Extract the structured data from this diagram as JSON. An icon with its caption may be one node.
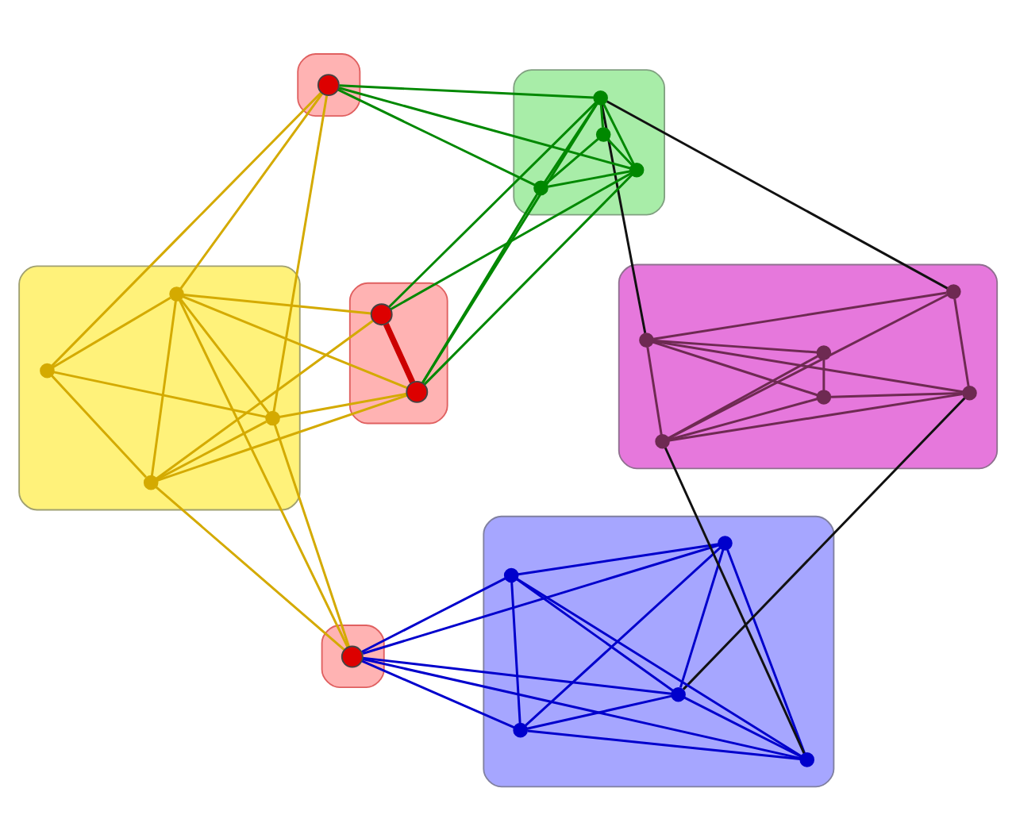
{
  "diagram": {
    "nodes": [
      {
        "text": [],
        "shape": "blob"
      },
      {
        "text": [],
        "shape": "circle",
        "in": 0
      },
      {
        "text": [],
        "shape": "circle",
        "in": 0
      },
      {
        "text": [],
        "shape": "circle",
        "in": 0
      },
      {
        "text": [],
        "shape": "circle",
        "in": 0
      },
      {
        "text": [],
        "shape": "circle",
        "in": 0
      },
      {
        "text": [],
        "shape": "blob"
      },
      {
        "text": [],
        "shape": "circle",
        "in": 6
      },
      {
        "text": [],
        "shape": "blob"
      },
      {
        "text": [],
        "shape": "circle",
        "in": 8
      },
      {
        "text": [],
        "shape": "circle",
        "in": 8
      },
      {
        "text": [],
        "shape": "circle",
        "in": 8
      },
      {
        "text": [],
        "shape": "circle",
        "in": 8
      },
      {
        "text": [],
        "shape": "circle",
        "in": 8
      },
      {
        "text": [],
        "shape": "circle",
        "in": 8
      },
      {
        "text": [],
        "shape": "blob"
      },
      {
        "text": [],
        "shape": "circle",
        "in": 15
      },
      {
        "text": [],
        "shape": "circle",
        "in": 15
      },
      {
        "text": [],
        "shape": "circle",
        "in": 15
      },
      {
        "text": [],
        "shape": "circle",
        "in": 15
      },
      {
        "text": [],
        "shape": "blob"
      },
      {
        "text": [],
        "shape": "circle",
        "in": 20
      },
      {
        "text": [],
        "shape": "circle",
        "in": 20
      },
      {
        "text": [],
        "shape": "blob"
      },
      {
        "text": [],
        "shape": "circle",
        "in": 23
      },
      {
        "text": [],
        "shape": "circle",
        "in": 23
      },
      {
        "text": [],
        "shape": "circle",
        "in": 23
      },
      {
        "text": [],
        "shape": "circle",
        "in": 23
      },
      {
        "text": [],
        "shape": "blob"
      },
      {
        "text": [],
        "shape": "circle",
        "in": 28
      }
    ],
    "edges": [
      {
        "from": 1,
        "to": 2,
        "arrow": "none",
        "color": "#0000cc"
      },
      {
        "from": 1,
        "to": 3,
        "arrow": "none",
        "color": "#0000cc"
      },
      {
        "from": 1,
        "to": 4,
        "arrow": "none",
        "color": "#0000cc"
      },
      {
        "from": 1,
        "to": 5,
        "arrow": "none",
        "color": "#0000cc"
      },
      {
        "from": 1,
        "to": 7,
        "arrow": "none",
        "color": "#0000cc"
      },
      {
        "from": 2,
        "to": 3,
        "arrow": "none",
        "color": "#0000cc"
      },
      {
        "from": 2,
        "to": 4,
        "arrow": "none",
        "color": "#0000cc"
      },
      {
        "from": 2,
        "to": 5,
        "arrow": "none",
        "color": "#0000cc"
      },
      {
        "from": 2,
        "to": 7,
        "arrow": "none",
        "color": "#0000cc"
      },
      {
        "from": 3,
        "to": 4,
        "arrow": "none",
        "color": "#0000cc"
      },
      {
        "from": 3,
        "to": 5,
        "arrow": "none",
        "color": "#0000cc"
      },
      {
        "from": 3,
        "to": 7,
        "arrow": "none",
        "color": "#0000cc"
      },
      {
        "from": 4,
        "to": 5,
        "arrow": "none",
        "color": "#0000cc"
      },
      {
        "from": 4,
        "to": 7,
        "arrow": "none",
        "color": "#0000cc"
      },
      {
        "from": 5,
        "to": 7,
        "arrow": "none",
        "color": "#0000cc"
      },
      {
        "from": 2,
        "to": 10,
        "arrow": "none",
        "color": "#111111"
      },
      {
        "from": 5,
        "to": 11,
        "arrow": "none",
        "color": "#111111"
      },
      {
        "from": 9,
        "to": 11,
        "arrow": "none",
        "color": "#6e2a52"
      },
      {
        "from": 9,
        "to": 12,
        "arrow": "none",
        "color": "#6e2a52"
      },
      {
        "from": 9,
        "to": 14,
        "arrow": "none",
        "color": "#6e2a52"
      },
      {
        "from": 10,
        "to": 11,
        "arrow": "none",
        "color": "#6e2a52"
      },
      {
        "from": 10,
        "to": 12,
        "arrow": "none",
        "color": "#6e2a52"
      },
      {
        "from": 10,
        "to": 13,
        "arrow": "none",
        "color": "#6e2a52"
      },
      {
        "from": 10,
        "to": 14,
        "arrow": "none",
        "color": "#6e2a52"
      },
      {
        "from": 11,
        "to": 12,
        "arrow": "none",
        "color": "#6e2a52"
      },
      {
        "from": 11,
        "to": 13,
        "arrow": "none",
        "color": "#6e2a52"
      },
      {
        "from": 11,
        "to": 14,
        "arrow": "none",
        "color": "#6e2a52"
      },
      {
        "from": 12,
        "to": 14,
        "arrow": "none",
        "color": "#6e2a52"
      },
      {
        "from": 13,
        "to": 14,
        "arrow": "none",
        "color": "#6e2a52"
      },
      {
        "from": 13,
        "to": 24,
        "arrow": "none",
        "color": "#111111"
      },
      {
        "from": 14,
        "to": 24,
        "arrow": "none",
        "color": "#111111"
      },
      {
        "from": 7,
        "to": 16,
        "arrow": "none",
        "color": "#d4aa00"
      },
      {
        "from": 7,
        "to": 17,
        "arrow": "none",
        "color": "#d4aa00"
      },
      {
        "from": 7,
        "to": 18,
        "arrow": "none",
        "color": "#d4aa00"
      },
      {
        "from": 16,
        "to": 17,
        "arrow": "none",
        "color": "#d4aa00"
      },
      {
        "from": 16,
        "to": 18,
        "arrow": "none",
        "color": "#d4aa00"
      },
      {
        "from": 16,
        "to": 19,
        "arrow": "none",
        "color": "#d4aa00"
      },
      {
        "from": 16,
        "to": 21,
        "arrow": "none",
        "color": "#d4aa00"
      },
      {
        "from": 16,
        "to": 29,
        "arrow": "none",
        "color": "#d4aa00"
      },
      {
        "from": 17,
        "to": 18,
        "arrow": "none",
        "color": "#d4aa00"
      },
      {
        "from": 17,
        "to": 19,
        "arrow": "none",
        "color": "#d4aa00"
      },
      {
        "from": 17,
        "to": 21,
        "arrow": "none",
        "color": "#d4aa00"
      },
      {
        "from": 17,
        "to": 22,
        "arrow": "none",
        "color": "#d4aa00"
      },
      {
        "from": 18,
        "to": 19,
        "arrow": "none",
        "color": "#d4aa00"
      },
      {
        "from": 18,
        "to": 21,
        "arrow": "none",
        "color": "#d4aa00"
      },
      {
        "from": 18,
        "to": 22,
        "arrow": "none",
        "color": "#d4aa00"
      },
      {
        "from": 18,
        "to": 29,
        "arrow": "none",
        "color": "#d4aa00"
      },
      {
        "from": 19,
        "to": 29,
        "arrow": "none",
        "color": "#d4aa00"
      },
      {
        "from": 21,
        "to": 22,
        "arrow": "none",
        "style": "thick",
        "color": "#cc0000"
      },
      {
        "from": 24,
        "to": 21,
        "arrow": "none",
        "color": "#008800"
      },
      {
        "from": 24,
        "to": 22,
        "arrow": "none",
        "color": "#008800"
      },
      {
        "from": 24,
        "to": 25,
        "arrow": "none",
        "color": "#008800"
      },
      {
        "from": 24,
        "to": 26,
        "arrow": "none",
        "color": "#008800"
      },
      {
        "from": 24,
        "to": 27,
        "arrow": "none",
        "color": "#008800"
      },
      {
        "from": 24,
        "to": 29,
        "arrow": "none",
        "color": "#008800"
      },
      {
        "from": 21,
        "to": 25,
        "arrow": "none",
        "color": "#008800"
      },
      {
        "from": 21,
        "to": 26,
        "arrow": "none",
        "color": "#008800"
      },
      {
        "from": 22,
        "to": 25,
        "arrow": "none",
        "color": "#008800"
      },
      {
        "from": 25,
        "to": 26,
        "arrow": "none",
        "color": "#008800"
      },
      {
        "from": 25,
        "to": 27,
        "arrow": "none",
        "color": "#008800"
      },
      {
        "from": 25,
        "to": 29,
        "arrow": "none",
        "color": "#008800"
      },
      {
        "from": 26,
        "to": 27,
        "arrow": "none",
        "color": "#008800"
      },
      {
        "from": 26,
        "to": 29,
        "arrow": "none",
        "color": "#008800"
      }
    ]
  }
}
